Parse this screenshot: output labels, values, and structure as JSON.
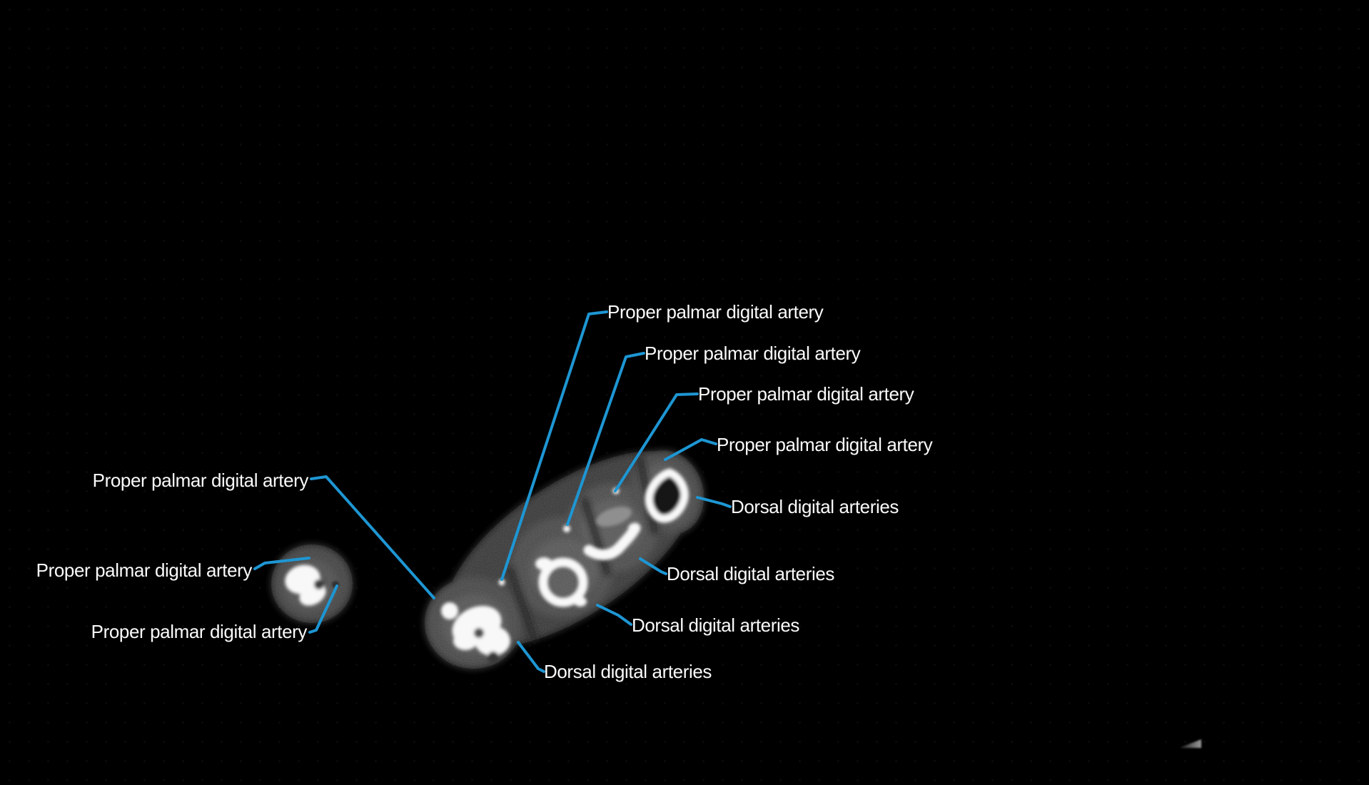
{
  "figure": {
    "colors": {
      "background": "#000000",
      "leader_line": "#1e96d3",
      "label_text": "#fafafa",
      "bone": "#f8f8f8",
      "soft_tissue": "#474747"
    }
  },
  "annotations": [
    {
      "text": "Proper palmar digital artery",
      "side": "right"
    },
    {
      "text": "Proper palmar digital artery",
      "side": "right"
    },
    {
      "text": "Proper palmar digital artery",
      "side": "right"
    },
    {
      "text": "Proper palmar digital artery",
      "side": "right"
    },
    {
      "text": "Dorsal digital arteries",
      "side": "right"
    },
    {
      "text": "Dorsal digital arteries",
      "side": "right"
    },
    {
      "text": "Dorsal digital arteries",
      "side": "right"
    },
    {
      "text": "Dorsal digital arteries",
      "side": "right"
    },
    {
      "text": "Proper palmar digital artery",
      "side": "left"
    },
    {
      "text": "Proper palmar digital artery",
      "side": "left"
    },
    {
      "text": "Proper palmar digital artery",
      "side": "left"
    }
  ]
}
